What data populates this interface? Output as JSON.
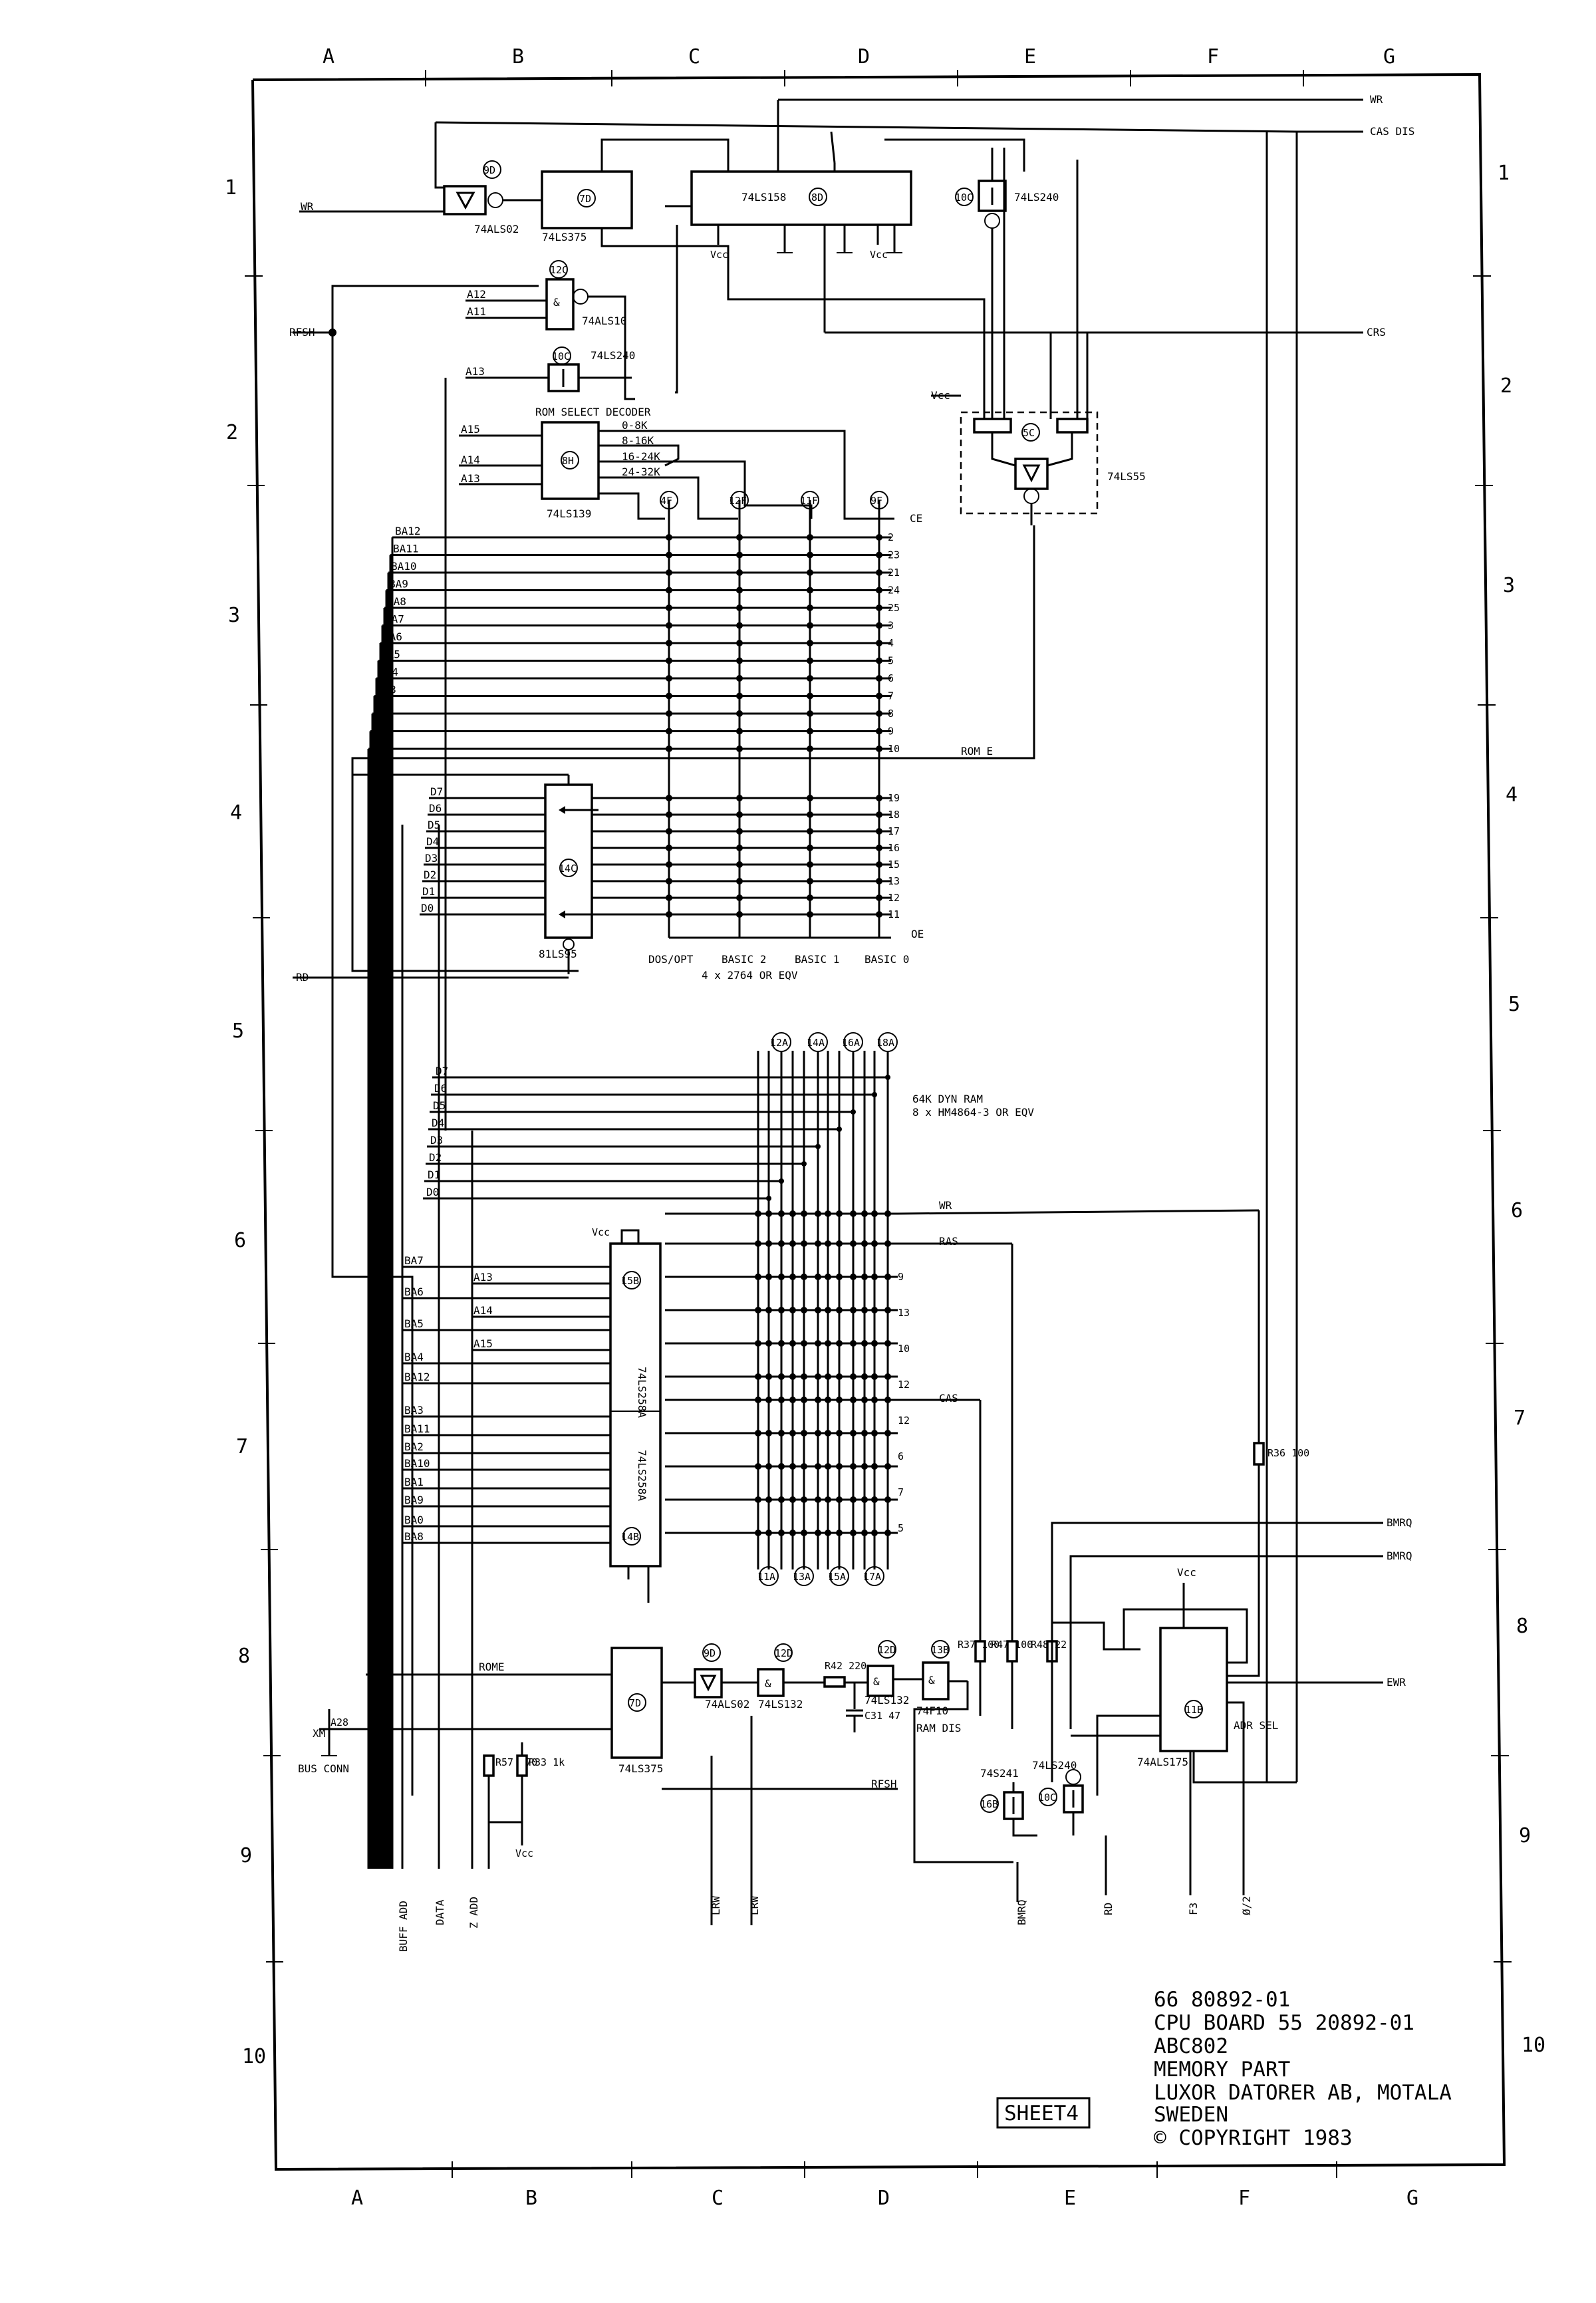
{
  "grid": {
    "cols": [
      "A",
      "B",
      "C",
      "D",
      "E",
      "F",
      "G"
    ],
    "rows": [
      "1",
      "2",
      "3",
      "4",
      "5",
      "6",
      "7",
      "8",
      "9",
      "10"
    ]
  },
  "signals": {
    "wr": "WR",
    "wr_in": "WR",
    "cas_dis": "CAS DIS",
    "crs": "CRS",
    "rfsh": "RFSH",
    "rom_e": "ROM E",
    "rd": "RD",
    "rome": "ROME",
    "xm": "XM",
    "bus_conn": "BUS CONN",
    "bmrq1": "BMRQ",
    "bmrq2": "BMRQ",
    "ewr": "EWR",
    "adr_sel": "ADR SEL",
    "ram_dis": "RAM DIS",
    "ce": "CE",
    "oe": "OE",
    "vcc": "Vcc",
    "ras": "RAS",
    "cas": "CAS",
    "wr2": "WR",
    "rfsh2": "RFSH",
    "pin_a28": "A28",
    "pin_b5": "Vcc"
  },
  "bottom_labels": [
    "BUFF ADD",
    "DATA",
    "Z ADD",
    "LRW",
    "LRW",
    "BMRQ",
    "RD",
    "F3",
    "Ø/2"
  ],
  "chips": {
    "c9d_top": {
      "ref": "9D",
      "type": "74ALS02"
    },
    "c7d_top": {
      "ref": "7D",
      "type": "74LS375"
    },
    "c8d": {
      "ref": "8D",
      "type": "74LS158"
    },
    "c10c_top": {
      "ref": "10C",
      "type": "74LS240"
    },
    "c12c": {
      "ref": "12C",
      "type": "74ALS10"
    },
    "c10c_mid": {
      "ref": "10C",
      "type": "74LS240"
    },
    "c8h": {
      "ref": "8H",
      "type": "74LS139",
      "title": "ROM SELECT DECODER"
    },
    "c5c": {
      "ref": "5C",
      "type": "74LS55"
    },
    "c14c": {
      "ref": "14C",
      "type": "81LS95"
    },
    "c15b": {
      "ref": "15B",
      "type": "74LS258A"
    },
    "c14b": {
      "ref": "14B",
      "type": "74LS258A"
    },
    "c9d_bot": {
      "ref": "9D",
      "type": "74ALS02"
    },
    "c12d": {
      "ref": "12D",
      "type": "74LS132"
    },
    "c12d2": {
      "ref": "12D",
      "type": "74LS132"
    },
    "c13b": {
      "ref": "13B",
      "type": "74F10"
    },
    "c7d_bot": {
      "ref": "7D",
      "type": "74LS375"
    },
    "c16b": {
      "ref": "16B",
      "type": "74S241"
    },
    "c10c_bot": {
      "ref": "10C",
      "type": "74LS240"
    },
    "c11b": {
      "ref": "11B",
      "type": "74ALS175"
    }
  },
  "decoder_outputs": [
    "0-8K",
    "8-16K",
    "16-24K",
    "24-32K"
  ],
  "rom_sockets": [
    "4F",
    "12F",
    "11F",
    "9F"
  ],
  "rom_names": [
    "DOS/OPT",
    "BASIC 2",
    "BASIC 1",
    "BASIC 0"
  ],
  "rom_note": "4 x 2764 OR EQV",
  "ram_top": [
    "12A",
    "14A",
    "16A",
    "18A"
  ],
  "ram_bottom": [
    "11A",
    "13A",
    "15A",
    "17A"
  ],
  "ram_note_1": "64K DYN RAM",
  "ram_note_2": "8 x HM4864-3 OR EQV",
  "rom_address_bus": [
    "BA12",
    "BA11",
    "BA10",
    "BA9",
    "BA8",
    "BA7",
    "BA6",
    "BA5",
    "BA4",
    "BA3",
    "BA2",
    "BA1",
    "BA0"
  ],
  "rom_address_pins": [
    "2",
    "23",
    "21",
    "24",
    "25",
    "3",
    "4",
    "5",
    "6",
    "7",
    "8",
    "9",
    "10"
  ],
  "data_bus": [
    "D7",
    "D6",
    "D5",
    "D4",
    "D3",
    "D2",
    "D1",
    "D0"
  ],
  "rom_data_pins": [
    "19",
    "18",
    "17",
    "16",
    "15",
    "13",
    "12",
    "11"
  ],
  "mux_inputs": [
    "BA7",
    "BA6",
    "BA5",
    "BA4",
    "BA12",
    "BA3",
    "BA11",
    "BA2",
    "BA10",
    "BA1",
    "BA9",
    "BA0",
    "BA8"
  ],
  "mux_extra": [
    "A13",
    "A14",
    "A15"
  ],
  "ram_pins": [
    "9",
    "13",
    "10",
    "12",
    "12",
    "6",
    "7",
    "5"
  ],
  "resistors": {
    "r37": "R37 100",
    "r47": "R47 100",
    "r48": "R48 22",
    "r36": "R36 100",
    "r57": "R57 270",
    "r33": "R33 1k",
    "r42": "R42 220",
    "c31": "C31 47"
  },
  "title_block": {
    "line1": "66 80892-01",
    "line2": "CPU BOARD 55 20892-01",
    "line3": "ABC802",
    "line4": "MEMORY PART",
    "line5": "LUXOR DATORER AB, MOTALA",
    "line6": "SWEDEN",
    "line7": "© COPYRIGHT 1983",
    "sheet": "SHEET4"
  }
}
